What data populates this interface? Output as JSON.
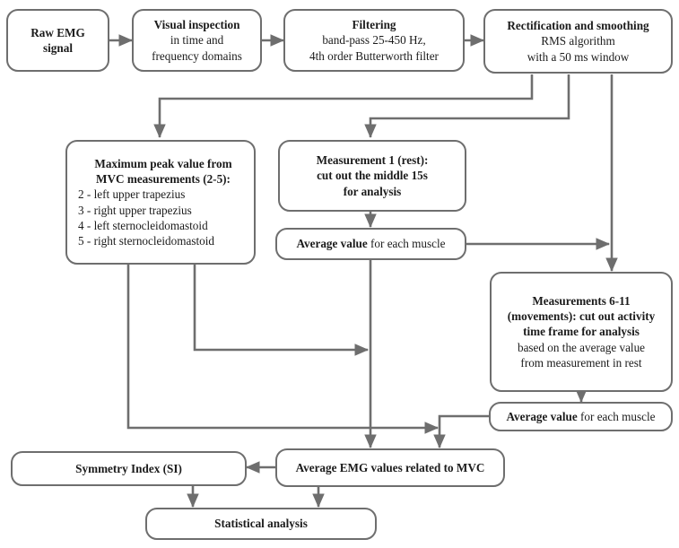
{
  "diagram": {
    "title": "EMG signal processing flowchart",
    "line_color": "#6e6e6e",
    "box_border_color": "#6e6e6e",
    "text_color": "#1b1b1b",
    "background": "#ffffff"
  },
  "nodes": {
    "raw_emg": {
      "line1": "Raw EMG",
      "line2": "signal"
    },
    "visual_inspection": {
      "line1": "Visual inspection",
      "line2": "in time and",
      "line3": "frequency domains"
    },
    "filtering": {
      "line1": "Filtering",
      "line2": "band-pass 25-450 Hz,",
      "line3": "4th order Butterworth filter"
    },
    "rectification": {
      "line1": "Rectification and smoothing",
      "line2": "RMS algorithm",
      "line3": "with a 50 ms window"
    },
    "mvc": {
      "line1": "Maximum peak value from",
      "line2": "MVC measurements (2-5):",
      "items": [
        "2 - left upper trapezius",
        "3 - right upper trapezius",
        "4 - left sternocleidomastoid",
        "5 - right sternocleidomastoid"
      ]
    },
    "measurement1": {
      "line1": "Measurement 1 (rest):",
      "line2": "cut out the middle 15s",
      "line3": "for analysis"
    },
    "average_rest": {
      "bold": "Average value",
      "rest": " for each muscle"
    },
    "measurements_6_11": {
      "line1": "Measurements 6-11",
      "line2": "(movements): cut out activity",
      "line3": "time frame for analysis",
      "line4": "based on the average value",
      "line5": "from measurement in rest"
    },
    "average_movement": {
      "bold": "Average value",
      "rest": " for each muscle"
    },
    "average_emg_mvc": {
      "label": "Average EMG values related to MVC"
    },
    "symmetry_index": {
      "label": "Symmetry Index (SI)"
    },
    "statistical_analysis": {
      "label": "Statistical analysis"
    }
  }
}
